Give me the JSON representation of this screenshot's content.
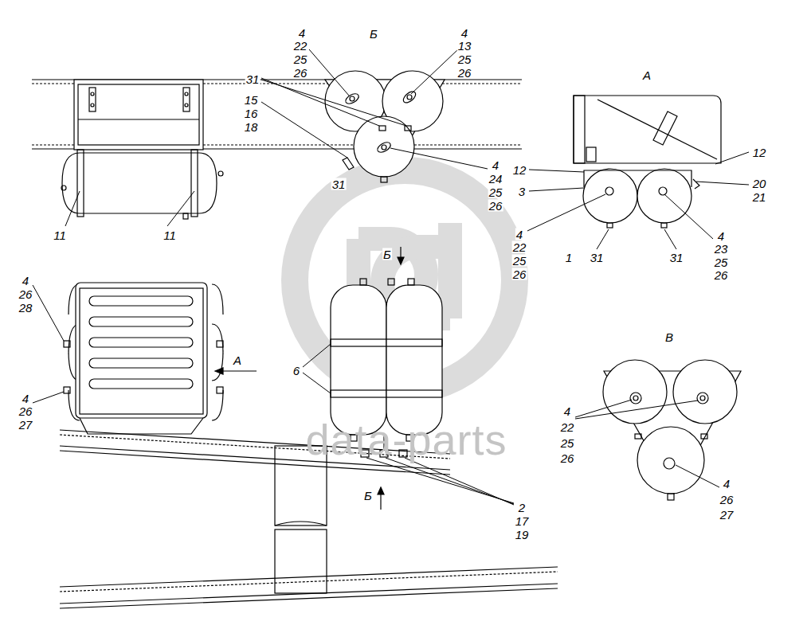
{
  "diagram": {
    "labels": [
      "Б",
      "4",
      "22",
      "25",
      "26",
      "4",
      "13",
      "25",
      "26",
      "31",
      "15",
      "16",
      "18",
      "31",
      "4",
      "24",
      "25",
      "26",
      "11",
      "11",
      "А",
      "12",
      "12",
      "3",
      "20",
      "21",
      "4",
      "22",
      "25",
      "26",
      "1",
      "31",
      "31",
      "4",
      "23",
      "25",
      "26",
      "4",
      "26",
      "28",
      "А",
      "4",
      "26",
      "27",
      "Б",
      "6",
      "Б",
      "2",
      "17",
      "19",
      "В",
      "4",
      "22",
      "25",
      "26",
      "4",
      "26",
      "27",
      "data-parts"
    ]
  }
}
